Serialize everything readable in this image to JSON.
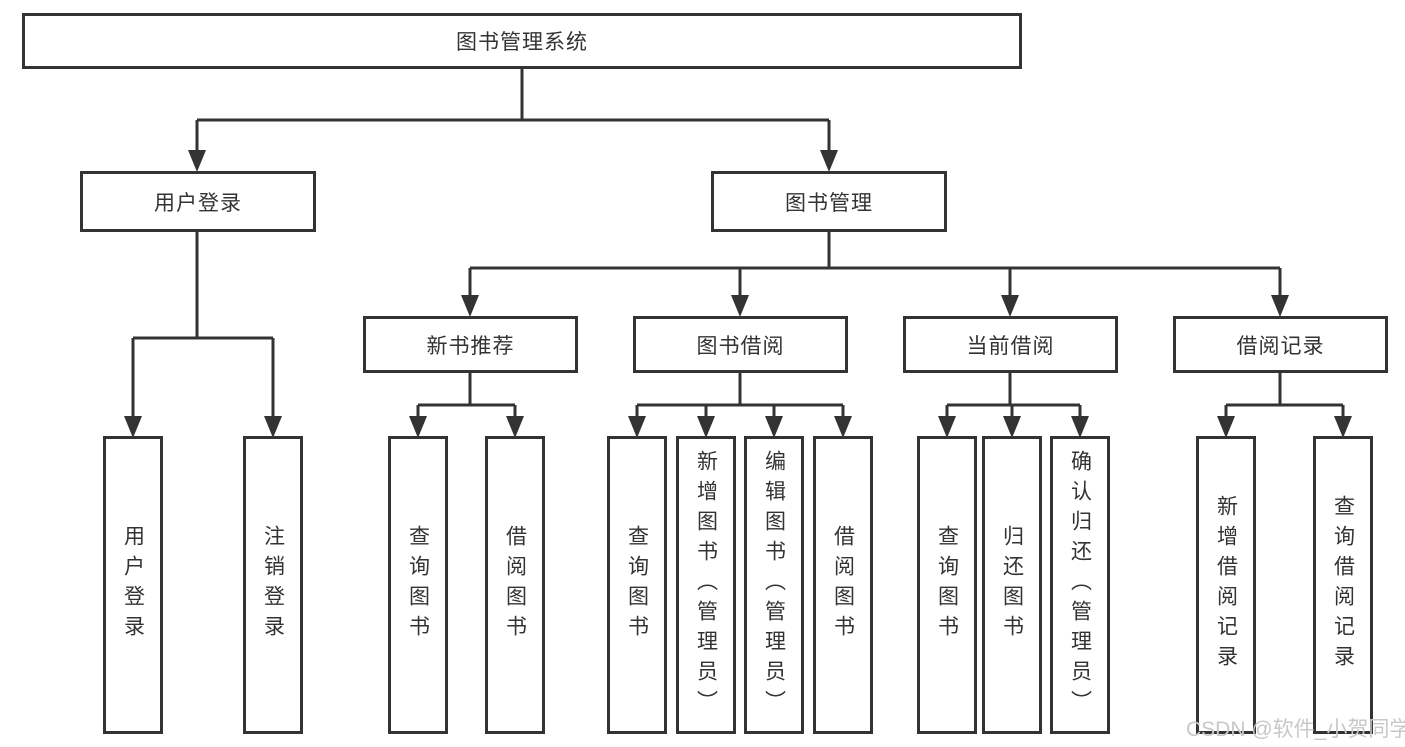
{
  "diagram": {
    "root_label": "图书管理系统",
    "branches": [
      {
        "label": "用户登录",
        "children": [
          "用户登录",
          "注销登录"
        ]
      },
      {
        "label": "图书管理",
        "groups": [
          {
            "label": "新书推荐",
            "children": [
              "查询图书",
              "借阅图书"
            ]
          },
          {
            "label": "图书借阅",
            "children": [
              "查询图书",
              "新增图书（管理员）",
              "编辑图书（管理员）",
              "借阅图书"
            ]
          },
          {
            "label": "当前借阅",
            "children": [
              "查询图书",
              "归还图书",
              "确认归还（管理员）"
            ]
          },
          {
            "label": "借阅记录",
            "children": [
              "新增借阅记录",
              "查询借阅记录"
            ]
          }
        ]
      }
    ]
  },
  "watermark": {
    "text": "CSDN @软件_小贺同学"
  },
  "colors": {
    "line": "#333333",
    "text": "#333333",
    "background": "#ffffff",
    "watermark": "#c8c8c8"
  }
}
